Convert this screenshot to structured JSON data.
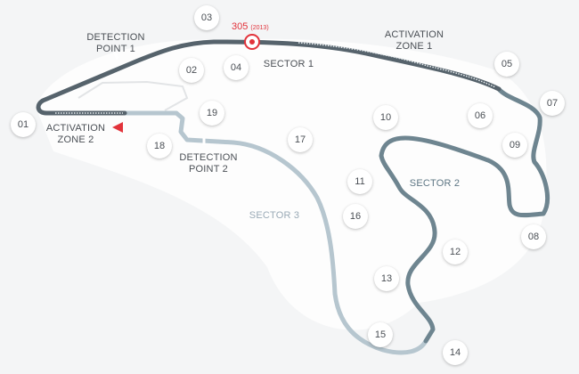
{
  "colors": {
    "sector1": "#56636c",
    "sector2": "#6e8590",
    "sector3": "#b6c6cf",
    "zone_dash": "#e6ebee",
    "speed": "#e2333b",
    "pitlane": "#e2e4e6"
  },
  "labels": {
    "detection1": [
      "DETECTION",
      "POINT 1"
    ],
    "detection2": [
      "DETECTION",
      "POINT 2"
    ],
    "activation1": [
      "ACTIVATION",
      "ZONE 1"
    ],
    "activation2": [
      "ACTIVATION",
      "ZONE 2"
    ],
    "sector1": "SECTOR 1",
    "sector2": "SECTOR 2",
    "sector3": "SECTOR 3"
  },
  "speed_trap": {
    "value": "305",
    "year": "(2013)"
  },
  "turns": [
    "01",
    "02",
    "03",
    "04",
    "05",
    "06",
    "07",
    "08",
    "09",
    "10",
    "11",
    "12",
    "13",
    "14",
    "15",
    "16",
    "17",
    "18",
    "19"
  ],
  "icons": {
    "start": "start-arrow-icon",
    "speed_trap": "speed-trap-target-icon"
  }
}
